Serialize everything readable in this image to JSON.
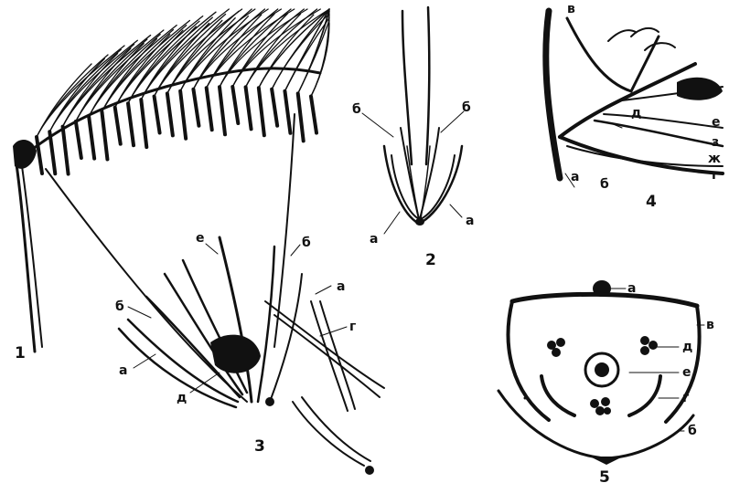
{
  "figure": {
    "panels": [
      {
        "number": "1",
        "labels": []
      },
      {
        "number": "2",
        "labels": [
          "б",
          "б",
          "а",
          "а"
        ]
      },
      {
        "number": "3",
        "labels": [
          "е",
          "б",
          "а",
          "б",
          "г",
          "а",
          "д"
        ]
      },
      {
        "number": "4",
        "labels": [
          "в",
          "д",
          "е",
          "з",
          "ж",
          "г",
          "а",
          "б"
        ]
      },
      {
        "number": "5",
        "labels": [
          "а",
          "в",
          "д",
          "е",
          "г",
          "б"
        ]
      }
    ]
  },
  "colors": {
    "ink": "#111111",
    "paper": "#ffffff"
  }
}
